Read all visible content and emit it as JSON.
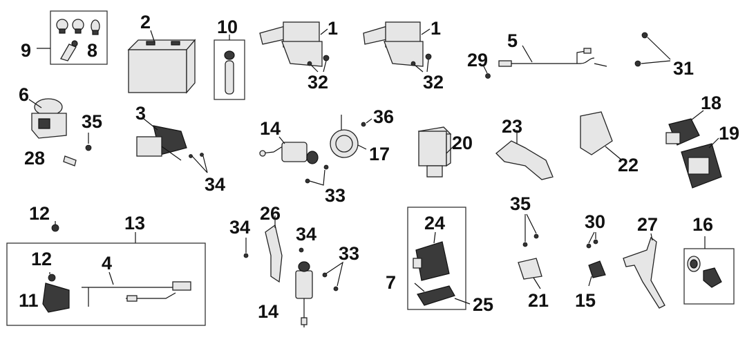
{
  "labels": {
    "p1a": "1",
    "p1b": "1",
    "p2": "2",
    "p3": "3",
    "p4": "4",
    "p5": "5",
    "p6": "6",
    "p7": "7",
    "p8": "8",
    "p9": "9",
    "p10": "10",
    "p11": "11",
    "p12a": "12",
    "p12b": "12",
    "p13": "13",
    "p14a": "14",
    "p14b": "14",
    "p15": "15",
    "p16": "16",
    "p17": "17",
    "p18": "18",
    "p19": "19",
    "p20": "20",
    "p21": "21",
    "p22": "22",
    "p23": "23",
    "p24": "24",
    "p25": "25",
    "p26": "26",
    "p27": "27",
    "p28": "28",
    "p29": "29",
    "p30": "30",
    "p31": "31",
    "p32a": "32",
    "p32b": "32",
    "p33a": "33",
    "p33b": "33",
    "p34a": "34",
    "p34b": "34",
    "p34c": "34",
    "p35a": "35",
    "p35b": "35",
    "p36": "36"
  },
  "icons": [
    "ignition-coil-icon",
    "battery-icon",
    "regulator-icon",
    "wiring-harness-icon",
    "horn-icon",
    "relay-icon",
    "switch-icon",
    "key-icon",
    "fuse-icon",
    "cdi-unit-icon",
    "sensor-icon",
    "bracket-icon"
  ]
}
